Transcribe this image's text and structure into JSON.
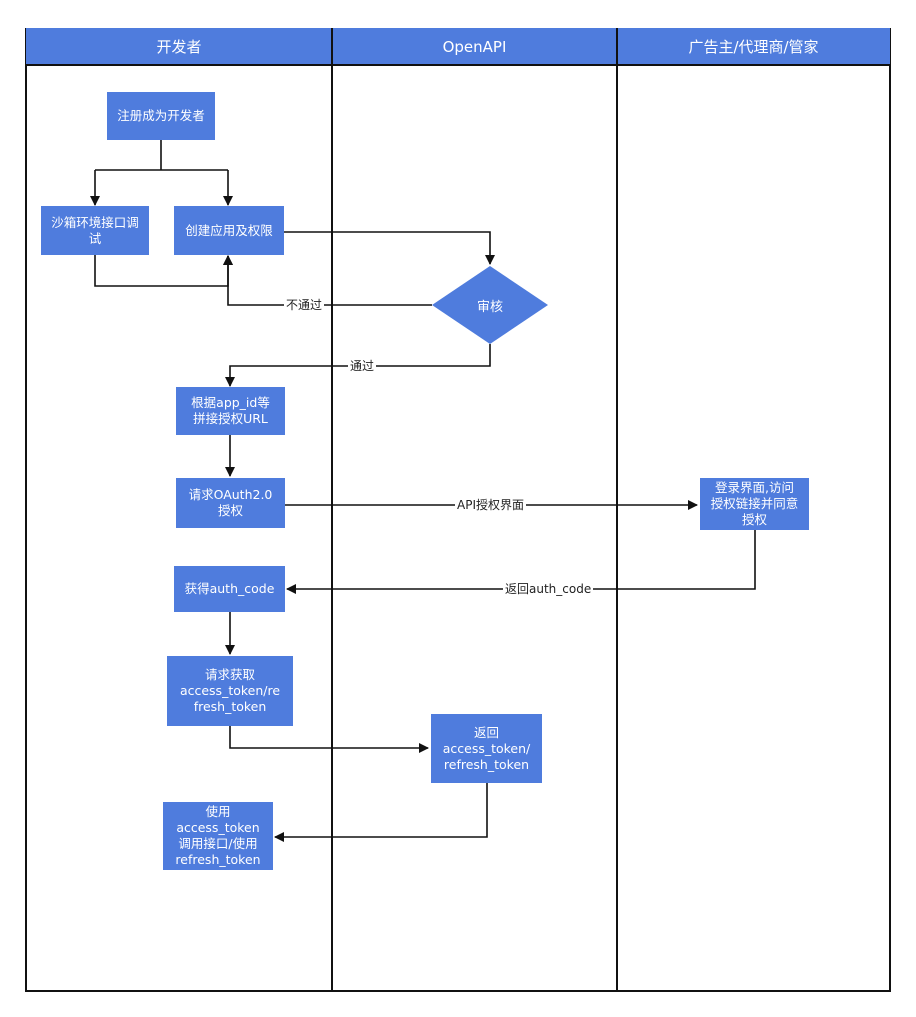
{
  "lanes": {
    "developer": "开发者",
    "openapi": "OpenAPI",
    "advertiser": "广告主/代理商/管家"
  },
  "nodes": {
    "register": "注册成为开发者",
    "sandbox": "沙箱环境接口调\n试",
    "create_app": "创建应用及权限",
    "review": "审核",
    "build_url": "根据app_id等\n拼接授权URL",
    "request_oauth": "请求OAuth2.0\n授权",
    "login_auth": "登录界面,访问\n授权链接并同意\n授权",
    "get_auth_code": "获得auth_code",
    "request_token": "请求获取\naccess_token/re\nfresh_token",
    "return_token": "返回\naccess_token/\nrefresh_token",
    "use_token": "使用\naccess_token\n调用接口/使用\nrefresh_token"
  },
  "edge_labels": {
    "not_pass": "不通过",
    "pass": "通过",
    "api_auth_page": "API授权界面",
    "return_auth_code": "返回auth_code"
  },
  "colors": {
    "node_fill": "#4f7cdd",
    "line": "#111111"
  }
}
